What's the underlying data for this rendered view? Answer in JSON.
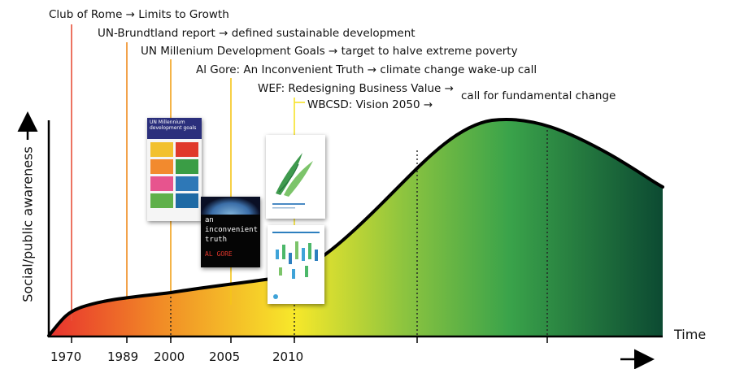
{
  "annotations": [
    {
      "id": "club-of-rome",
      "text": "Club of Rome → Limits to Growth",
      "color": "#e8503a"
    },
    {
      "id": "brundtland",
      "text": "UN-Brundtland report → defined sustainable development",
      "color": "#ee8a1e"
    },
    {
      "id": "mdg",
      "text": "UN Millenium Development Goals → target to halve extreme poverty",
      "color": "#f2a21a"
    },
    {
      "id": "al-gore",
      "text": "Al Gore: An Inconvenient Truth → climate change wake-up call",
      "color": "#f5c518"
    },
    {
      "id": "wef",
      "text": "WEF: Redesigning Business Value →",
      "color": "#f7e22a"
    },
    {
      "id": "wbcsd",
      "text": "WBCSD: Vision 2050 →",
      "color": "#f7e22a"
    },
    {
      "id": "fundamental-change",
      "text": "call for fundamental change"
    }
  ],
  "axis": {
    "x_label": "Time",
    "y_label": "Social/public awareness",
    "ticks": [
      "1970",
      "1989",
      "2000",
      "2005",
      "2010"
    ]
  },
  "covers": {
    "un_mdg": {
      "title": "UN Millennium development goals"
    },
    "al_gore": {
      "line1": "an",
      "line2": "inconvenient",
      "line3": "truth",
      "author": "AL GORE"
    }
  },
  "colors": {
    "gradient": [
      "#e8322e",
      "#f18a26",
      "#f7e82a",
      "#8cc43f",
      "#3aa34a",
      "#0c4a32"
    ],
    "curve": "#000000"
  }
}
